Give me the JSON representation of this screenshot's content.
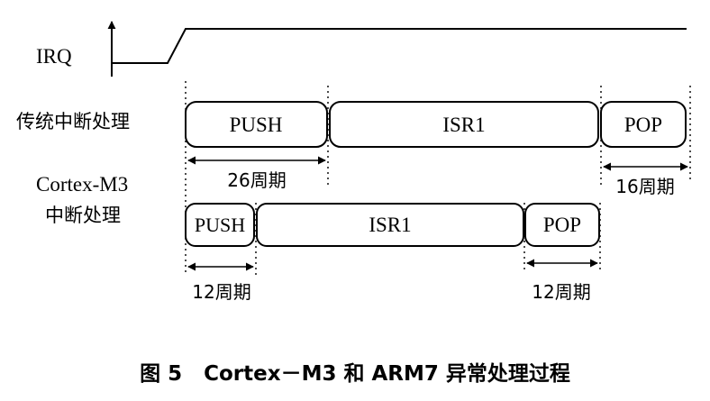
{
  "irq": {
    "label": "IRQ"
  },
  "traditional": {
    "label": "传统中断处理",
    "push": "PUSH",
    "isr": "ISR1",
    "pop": "POP",
    "push_cycles": "26周期",
    "pop_cycles": "16周期"
  },
  "cortex": {
    "label_line1": "Cortex-M3",
    "label_line2": "中断处理",
    "push": "PUSH",
    "isr": "ISR1",
    "pop": "POP",
    "push_cycles": "12周期",
    "pop_cycles": "12周期"
  },
  "caption": "图 5   Cortex－M3 和 ARM7 异常处理过程"
}
